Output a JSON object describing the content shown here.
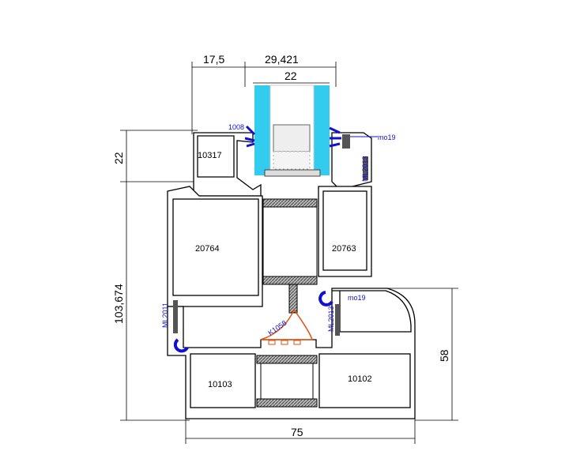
{
  "dimensions": {
    "top_left": "17,5",
    "top_right": "29,421",
    "glass": "22",
    "left_upper": "22",
    "left_total": "103,674",
    "right": "58",
    "bottom": "75"
  },
  "profiles": {
    "sash_top": "10317",
    "sash_left": "20764",
    "sash_right": "20763",
    "frame_left": "10103",
    "frame_right": "10102"
  },
  "gaskets": {
    "glazing_left": "1008",
    "glazing_right": "mo19",
    "sash_gasket": "mo19",
    "bead_gasket": "ML2013",
    "frame_gasket_right": "ML2013",
    "frame_gasket_left": "ML2011",
    "center_gasket": "K1058"
  },
  "colors": {
    "glass": "#33ccee",
    "gasket": "#1010d0",
    "center_gasket": "#e05010",
    "thermal_break": "#888888"
  }
}
